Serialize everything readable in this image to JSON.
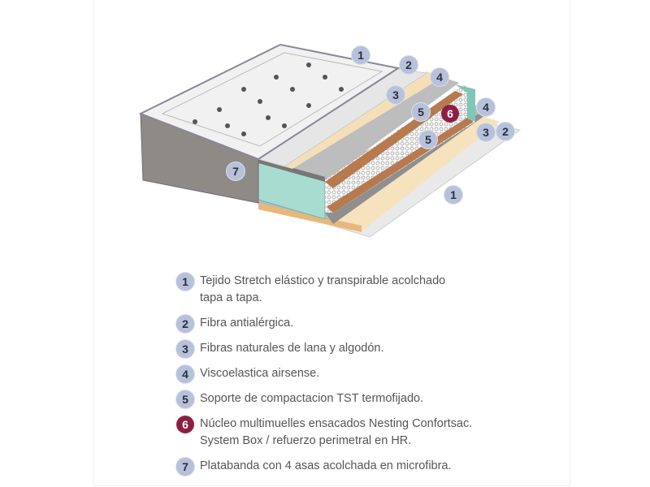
{
  "diagram_labels": [
    "1",
    "2",
    "4",
    "3",
    "5",
    "6",
    "4",
    "3",
    "2",
    "5",
    "7",
    "1"
  ],
  "legend": [
    {
      "number": "1",
      "lines": [
        "Tejido Stretch elástico y transpirable acolchado",
        "tapa a tapa."
      ]
    },
    {
      "number": "2",
      "lines": [
        "Fibra antialérgica."
      ]
    },
    {
      "number": "3",
      "lines": [
        "Fibras naturales de lana y algodón."
      ]
    },
    {
      "number": "4",
      "lines": [
        "Viscoelastica airsense."
      ]
    },
    {
      "number": "5",
      "lines": [
        "Soporte de compactacion TST termofijado."
      ]
    },
    {
      "number": "6",
      "lines": [
        "Núcleo multimuelles ensacados Nesting Confortsac.",
        "System Box / refuerzo perimetral en HR."
      ]
    },
    {
      "number": "7",
      "lines": [
        "Platabanda con 4 asas acolchada en microfibra."
      ]
    }
  ],
  "colors": {
    "badge": "#b7c1da",
    "highlight_badge": "#8e1f44",
    "text": "#555555"
  }
}
